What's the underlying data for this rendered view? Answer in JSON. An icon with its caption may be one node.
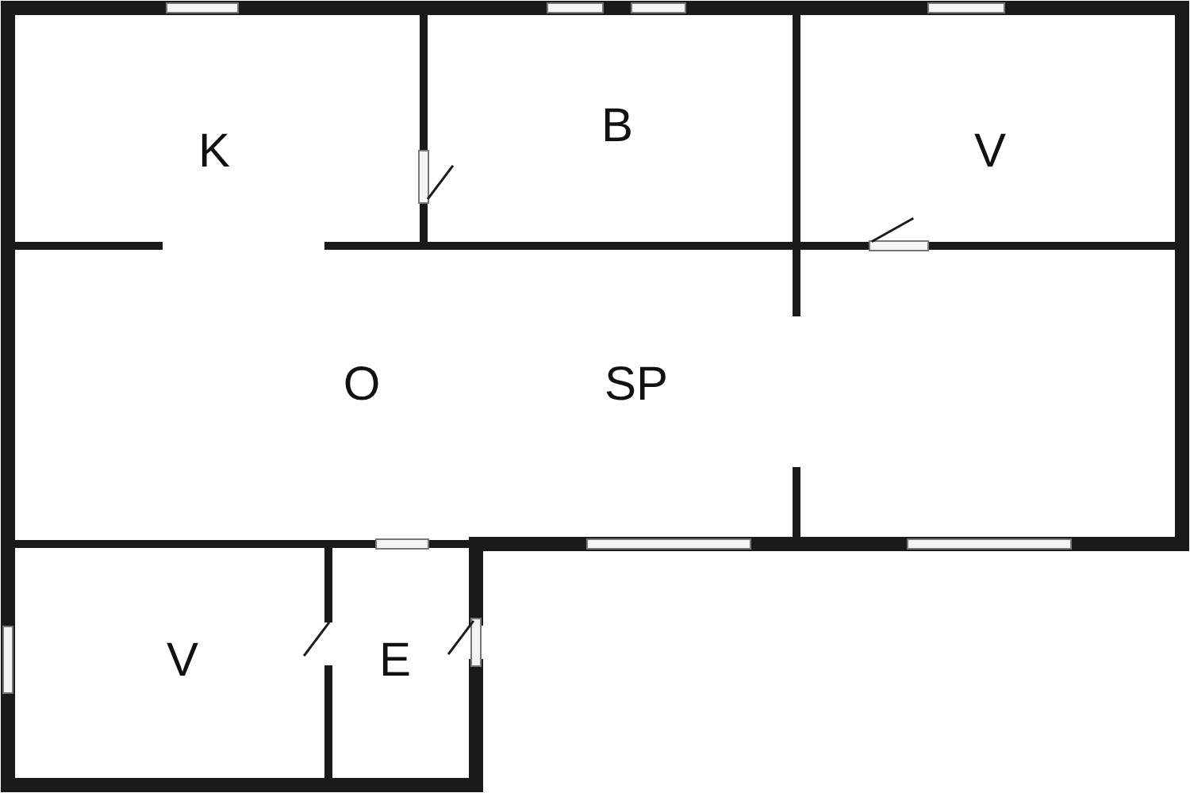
{
  "diagram": {
    "labels": [
      "K",
      "B",
      "V",
      "O",
      "SP",
      "V",
      "E"
    ]
  }
}
